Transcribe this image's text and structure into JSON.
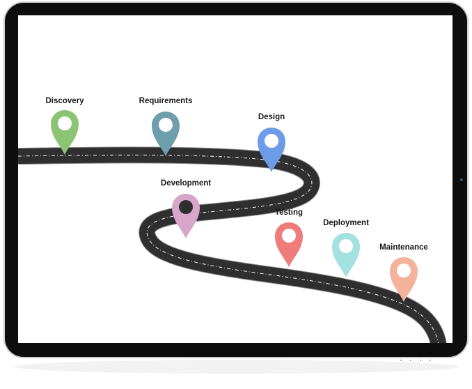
{
  "diagram": {
    "milestones": [
      {
        "label": "Discovery",
        "color": "#8cc474",
        "center": "white"
      },
      {
        "label": "Requirements",
        "color": "#6f9fac",
        "center": "white"
      },
      {
        "label": "Design",
        "color": "#6c9be8",
        "center": "white"
      },
      {
        "label": "Development",
        "color": "#d7a6c8",
        "center": "dark"
      },
      {
        "label": "Testing",
        "color": "#ef7b7b",
        "center": "white"
      },
      {
        "label": "Deployment",
        "color": "#a3e2e0",
        "center": "white"
      },
      {
        "label": "Maintenance",
        "color": "#f4b29b",
        "center": "white"
      }
    ],
    "road_color": "#2f2f2f",
    "road_edge_color": "#8a8a8a",
    "center_line_color": "#ffffff",
    "device_bezel_color": "#0d0d0d",
    "screen_color": "#ffffff"
  }
}
